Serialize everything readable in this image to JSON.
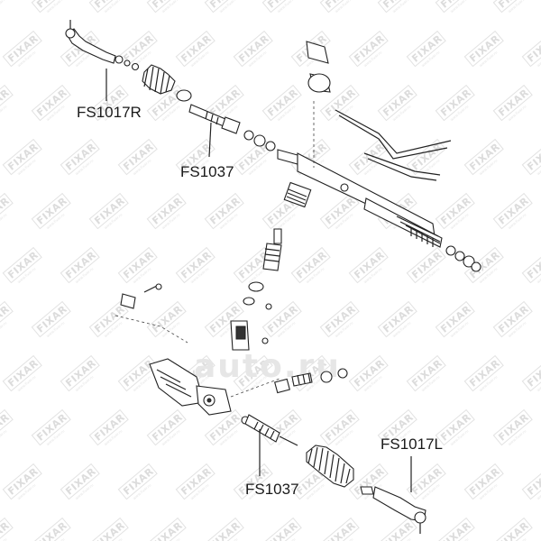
{
  "watermark": {
    "brand": "FIXAR",
    "sub": "www.fixar.ru",
    "center": "auto.ru"
  },
  "labels": {
    "tie_rod_end_right": "FS1017R",
    "tie_rod_end_left": "FS1017L",
    "inner_tie_rod_upper": "FS1037",
    "inner_tie_rod_lower": "FS1037"
  }
}
